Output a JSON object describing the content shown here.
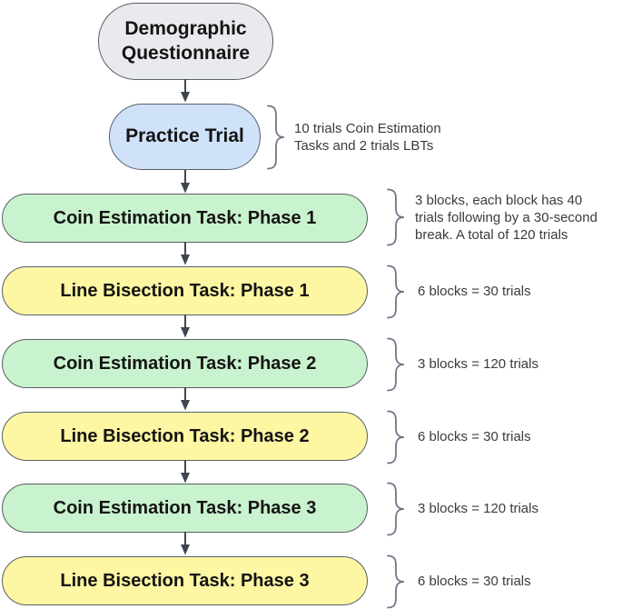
{
  "colors": {
    "node_border": "#595f66",
    "arrow": "#3d4650",
    "brace": "#6b7686",
    "label_text": "#141414",
    "annotation_text": "#3b3b3b",
    "fill_gray": "#e8eaed",
    "fill_blue": "#d0e2fa",
    "fill_green": "#c9f2ce",
    "fill_yellow": "#fdf6a3"
  },
  "nodes": [
    {
      "label": "Demographic\nQuestionnaire",
      "annotation": ""
    },
    {
      "label": "Practice Trial",
      "annotation": "10 trials Coin Estimation\nTasks and 2 trials LBTs"
    },
    {
      "label": "Coin Estimation Task: Phase 1",
      "annotation": "3 blocks, each block has 40\ntrials following by a 30-second\nbreak. A total of 120 trials"
    },
    {
      "label": "Line Bisection Task: Phase 1",
      "annotation": "6 blocks = 30 trials"
    },
    {
      "label": "Coin Estimation Task: Phase 2",
      "annotation": "3 blocks = 120 trials"
    },
    {
      "label": "Line Bisection Task: Phase 2",
      "annotation": "6 blocks = 30 trials"
    },
    {
      "label": "Coin Estimation Task: Phase 3",
      "annotation": "3 blocks = 120 trials"
    },
    {
      "label": "Line Bisection Task: Phase 3",
      "annotation": "6 blocks = 30 trials"
    }
  ]
}
